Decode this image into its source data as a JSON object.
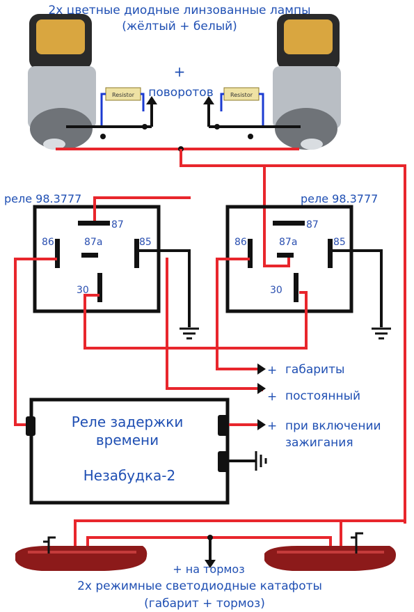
{
  "header": {
    "line1": "2х цветные диодные линзованные лампы",
    "line2": "(жёлтый + белый)"
  },
  "turn": {
    "plus": "+",
    "label": "поворотов"
  },
  "resistor_text": "Resistor",
  "relay_left": {
    "title": "реле 98.3777",
    "pin86": "86",
    "pin87": "87",
    "pin87a": "87a",
    "pin85": "85",
    "pin30": "30"
  },
  "relay_right": {
    "title": "реле 98.3777",
    "pin86": "86",
    "pin87": "87",
    "pin87a": "87a",
    "pin85": "85",
    "pin30": "30"
  },
  "outputs": {
    "plus": "+",
    "gabarity": "габариты",
    "postoyanny": "постоянный",
    "ignition_line1": "при включении",
    "ignition_line2": "зажигания"
  },
  "delay_relay": {
    "line1": "Реле задержки",
    "line2": "времени",
    "line3": "Незабудка-2"
  },
  "brake": "+ на тормоз",
  "footer": {
    "line1": "2х режимные светодиодные катафоты",
    "line2": "(габарит + тормоз)"
  },
  "colors": {
    "wire_red": "#e8262c",
    "text_blue": "#1f4fb3",
    "relay_outline": "#111111",
    "reflector_red": "#8c1a1a"
  }
}
